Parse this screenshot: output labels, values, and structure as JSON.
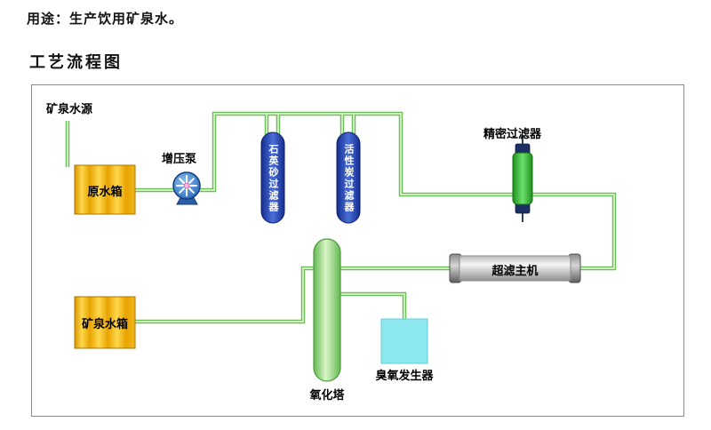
{
  "header": {
    "usage": "用途：生产饮用矿泉水。",
    "title": "工艺流程图"
  },
  "diagram": {
    "labels": {
      "source": "矿泉水源",
      "raw_tank": "原水箱",
      "booster_pump": "增压泵",
      "quartz_filter": "石英砂过滤器",
      "carbon_filter": "活性炭过滤器",
      "precision_filter": "精密过滤器",
      "uf_unit": "超滤主机",
      "mineral_tank": "矿泉水箱",
      "oxidation_tower": "氧化塔",
      "ozone_generator": "臭氧发生器"
    },
    "colors": {
      "pipe_green": "#6fbc5e",
      "tank_gold": "#f5b800",
      "filter_blue": "#2244aa",
      "precision_green": "#2fae2f",
      "tower_green": "#7fd06a",
      "ozone_cyan": "#8de7ef",
      "uf_silver": "#cfcfcf"
    },
    "flow_order": [
      "矿泉水源",
      "原水箱",
      "增压泵",
      "石英砂过滤器",
      "活性炭过滤器",
      "精密过滤器",
      "超滤主机",
      "氧化塔",
      "矿泉水箱"
    ]
  }
}
